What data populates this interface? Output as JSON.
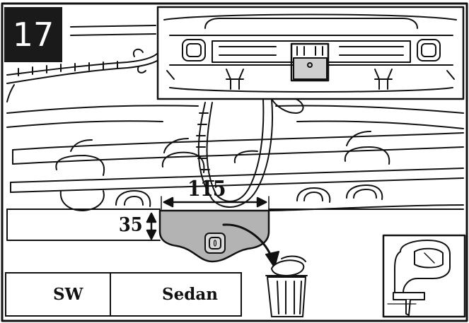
{
  "step": {
    "number": "17"
  },
  "dimensions": {
    "width_label": "115",
    "height_label": "35"
  },
  "legend": {
    "excluded": {
      "label": "SW",
      "icon": "crossed-box-icon"
    },
    "included": {
      "label": "Sedan",
      "icon": "check-box-icon"
    }
  },
  "icons": {
    "tool": "jigsaw-icon",
    "bin": "trash-bin-icon",
    "arrow": "curved-arrow-icon"
  },
  "colors": {
    "ink": "#111111",
    "cut_piece": "#b3b3b3",
    "inset_highlight": "#cfcfcf",
    "step_box": "#1a1a1a"
  }
}
